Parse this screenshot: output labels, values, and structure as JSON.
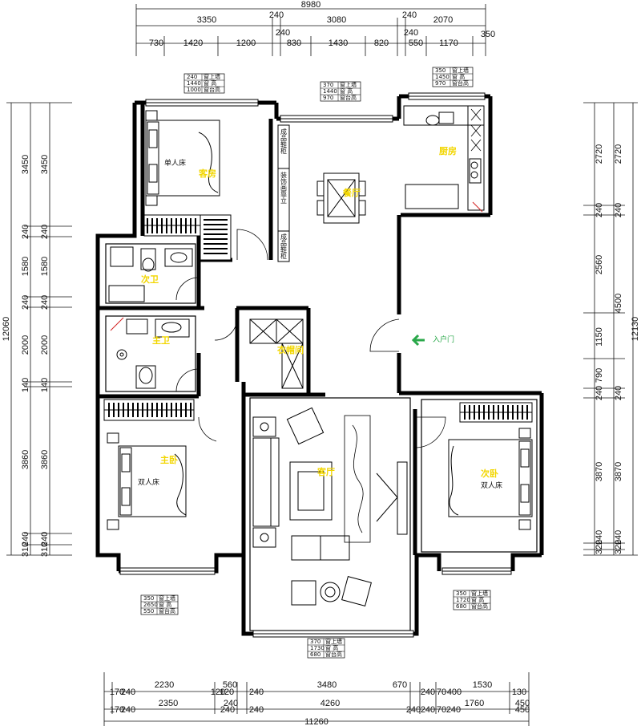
{
  "top_dims": {
    "overall": "8980",
    "row1": [
      "3350",
      "240",
      "3080",
      "240",
      "2070"
    ],
    "row2": [
      "240",
      "240"
    ],
    "row3": [
      "730",
      "1420",
      "1200",
      "830",
      "1430",
      "820",
      "550",
      "1170",
      "350"
    ]
  },
  "bottom_dims": {
    "overall": "11260",
    "row1": [
      "2230",
      "560",
      "120",
      "240",
      "3480",
      "670",
      "240",
      "70",
      "400",
      "1530",
      "130"
    ],
    "row2": [
      "170",
      "240",
      "2350",
      "120",
      "240",
      "4260",
      "240",
      "70",
      "240",
      "1760",
      "450"
    ],
    "row3_left": [
      "170",
      "240"
    ],
    "mid_labels": [
      "240",
      "240",
      "240",
      "450"
    ]
  },
  "left_dims": {
    "overall": "12060",
    "values": [
      "3450",
      "240",
      "1580",
      "240",
      "2000",
      "140",
      "3860",
      "310",
      "240"
    ],
    "values_inner": [
      "3450",
      "240",
      "1580",
      "240",
      "2000",
      "140",
      "3860",
      "310",
      "240"
    ]
  },
  "right_dims": {
    "overall": "12130",
    "values": [
      "2720",
      "240",
      "2560",
      "1150",
      "790",
      "240",
      "3870",
      "320",
      "240"
    ],
    "values_inner": [
      "2720",
      "240",
      "4500",
      "240",
      "3870",
      "320",
      "240"
    ]
  },
  "rooms": {
    "guest": "客房",
    "kitchen": "厨房",
    "dining": "餐厅",
    "bath2": "次卫",
    "bath1": "主卫",
    "cloak": "衣帽间",
    "living": "客厅",
    "master": "主卧",
    "second": "次卧"
  },
  "labels": {
    "single_bed": "单人床",
    "double_bed_left": "双人床",
    "double_bed_right": "双人床",
    "entrance": "入户门",
    "cabinet_top": "成品鞋柜",
    "cabinet_mid": "装饰画靠立",
    "cabinet_bottom": "成品鞋柜"
  },
  "window_tables": {
    "guest": [
      [
        "240",
        "窗上墙"
      ],
      [
        "1440",
        "窗  高"
      ],
      [
        "1000",
        "窗台高"
      ]
    ],
    "dining": [
      [
        "370",
        "窗上墙"
      ],
      [
        "1440",
        "窗  高"
      ],
      [
        "970",
        "窗台高"
      ]
    ],
    "kitchen": [
      [
        "350",
        "窗上墙"
      ],
      [
        "1450",
        "窗  高"
      ],
      [
        "970",
        "窗台高"
      ]
    ],
    "master": [
      [
        "350",
        "窗上墙"
      ],
      [
        "2650",
        "窗  高"
      ],
      [
        "550",
        "窗台高"
      ]
    ],
    "living": [
      [
        "370",
        "窗上墙"
      ],
      [
        "1730",
        "窗  高"
      ],
      [
        "680",
        "窗台高"
      ]
    ],
    "second": [
      [
        "350",
        "窗上墙"
      ],
      [
        "1720",
        "窗  高"
      ],
      [
        "680",
        "窗台高"
      ]
    ]
  },
  "colors": {
    "wall": "#000000",
    "room_label": "#f2d600",
    "entry_arrow": "#2aa84a",
    "accent_red": "#d22020"
  }
}
